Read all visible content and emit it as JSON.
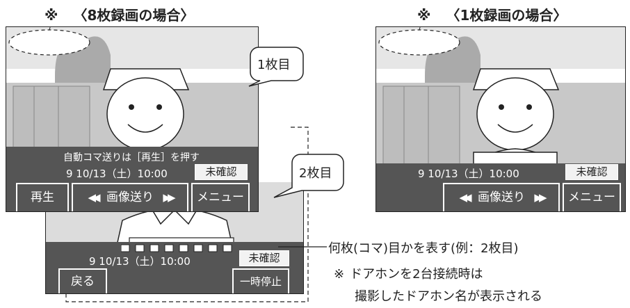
{
  "headers": {
    "mark": "※",
    "left": "〈8枚録画の場合〉",
    "right": "〈1枚録画の場合〉"
  },
  "bubbles": {
    "first": "1枚目",
    "second": "2枚目"
  },
  "screens": {
    "eight": {
      "hint": "自動コマ送りは［再生］を押す",
      "datetime": "9  10/13（土）10:00",
      "status": "未確認",
      "buttons": {
        "play": "再生",
        "advance_prev": "◀◀",
        "advance": "画像送り",
        "advance_next": "▶▶",
        "menu": "メニュー"
      }
    },
    "one": {
      "datetime": "9  10/13（土）10:00",
      "status": "未確認",
      "buttons": {
        "advance_prev": "◀◀",
        "advance": "画像送り",
        "advance_next": "▶▶",
        "menu": "メニュー"
      }
    },
    "second_frame": {
      "datetime": "9  10/13（土）10:00",
      "status": "未確認",
      "buttons": {
        "back": "戻る",
        "pause": "一時停止"
      }
    }
  },
  "annotations": {
    "frame_indicator": "何枚(コマ)目かを表す(例：2枚目)",
    "note_mark": "※",
    "note_line1": "ドアホンを2台接続時は",
    "note_line2": "撮影したドアホン名が表示される"
  },
  "colors": {
    "overlay": "#555555",
    "screen_bg": "#dcdcdc",
    "line": "#222222"
  }
}
